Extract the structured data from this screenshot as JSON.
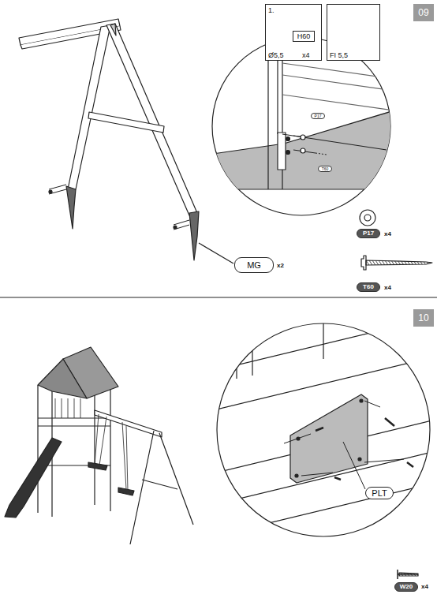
{
  "diagram": {
    "nodes": [
      {
        "text": [
          "09"
        ]
      },
      {
        "text": [
          "1.",
          "Ø5,5",
          "x4"
        ]
      },
      {
        "text": [
          "H60"
        ],
        "in": 1
      },
      {
        "text": [
          "FI 5,5"
        ]
      },
      {
        "text": [
          "P17"
        ]
      },
      {
        "text": [
          "T60"
        ]
      },
      {
        "text": [
          "MG"
        ]
      },
      {
        "text": [
          "P17"
        ]
      },
      {
        "text": [
          "T60"
        ]
      },
      {
        "text": [
          "10"
        ]
      },
      {
        "text": [
          "PLT"
        ]
      },
      {
        "text": [
          "W20"
        ]
      }
    ],
    "labels": [
      "x2",
      "x4",
      "x4",
      "x4"
    ]
  }
}
